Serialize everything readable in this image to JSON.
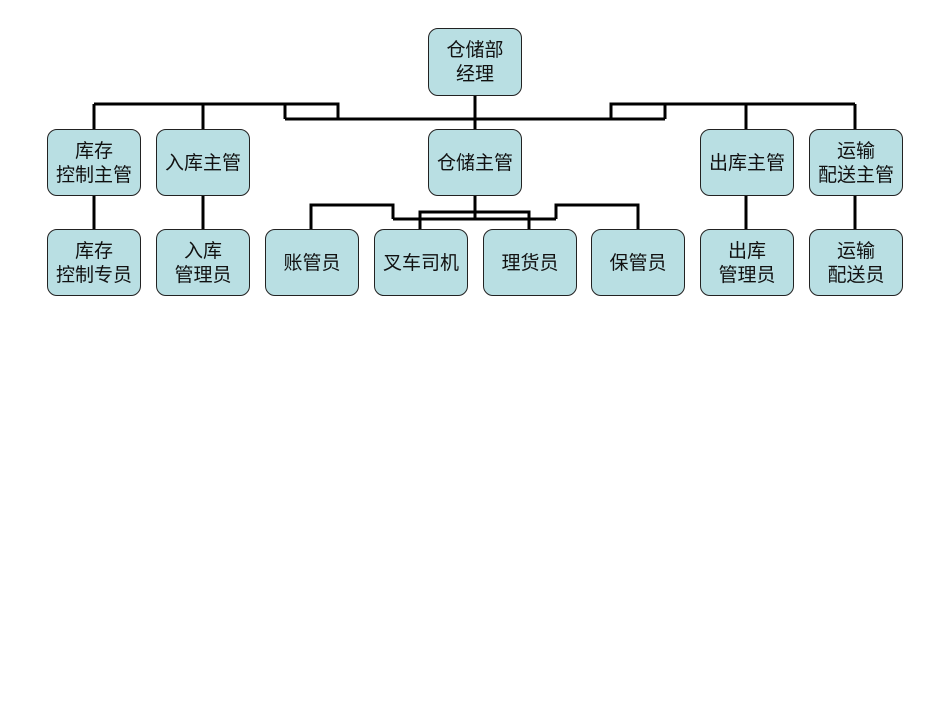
{
  "nodes": {
    "manager": "仓储部\n经理",
    "inv_supervisor": "库存\n控制主管",
    "in_supervisor": "入库主管",
    "wh_supervisor": "仓储主管",
    "out_supervisor": "出库主管",
    "trans_supervisor": "运输\n配送主管",
    "inv_specialist": "库存\n控制专员",
    "in_clerk": "入库\n管理员",
    "account_clerk": "账管员",
    "forklift": "叉车司机",
    "sorter": "理货员",
    "keeper": "保管员",
    "out_clerk": "出库\n管理员",
    "delivery": "运输\n配送员"
  },
  "colors": {
    "box_fill": "#b9dfe3",
    "line": "#000000"
  }
}
